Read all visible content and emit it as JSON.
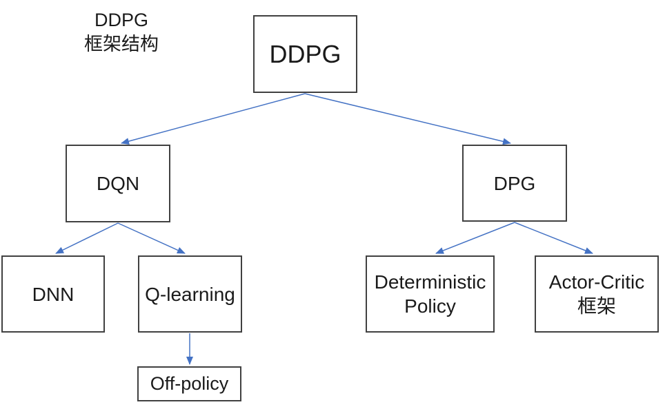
{
  "title": {
    "text": "DDPG\n框架结构"
  },
  "colors": {
    "arrow": "#4472C4",
    "box_border": "#404040",
    "box_fill": "#ffffff",
    "text": "#1a1a1a",
    "background": "#ffffff"
  },
  "nodes": [
    {
      "id": "ddpg",
      "label": "DDPG"
    },
    {
      "id": "dqn",
      "label": "DQN"
    },
    {
      "id": "dpg",
      "label": "DPG"
    },
    {
      "id": "dnn",
      "label": "DNN"
    },
    {
      "id": "q-learning",
      "label": "Q-learning"
    },
    {
      "id": "deterministic-policy",
      "label": "Deterministic\nPolicy"
    },
    {
      "id": "actor-critic",
      "label": "Actor-Critic\n框架"
    },
    {
      "id": "off-policy",
      "label": "Off-policy"
    }
  ],
  "edges": [
    {
      "from": "DDPG",
      "to": "DQN"
    },
    {
      "from": "DDPG",
      "to": "DPG"
    },
    {
      "from": "DQN",
      "to": "DNN"
    },
    {
      "from": "DQN",
      "to": "Q-learning"
    },
    {
      "from": "Q-learning",
      "to": "Off-policy"
    },
    {
      "from": "DPG",
      "to": "Deterministic Policy"
    },
    {
      "from": "DPG",
      "to": "Actor-Critic 框架"
    }
  ]
}
